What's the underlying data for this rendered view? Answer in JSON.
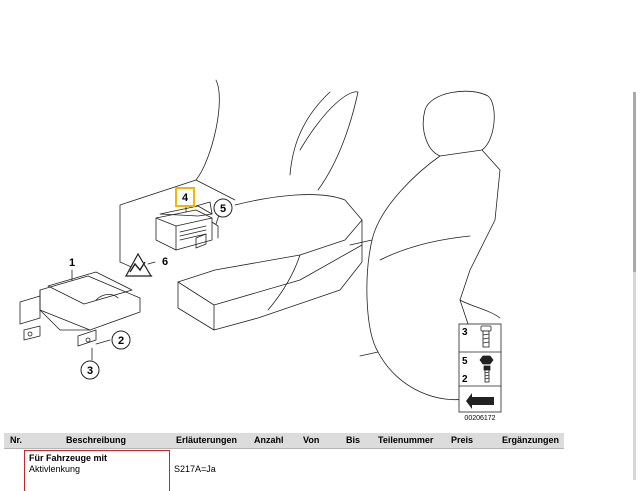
{
  "diagram": {
    "callouts": [
      {
        "id": "4",
        "highlighted": true
      },
      {
        "id": "5"
      },
      {
        "id": "1"
      },
      {
        "id": "6"
      },
      {
        "id": "2"
      },
      {
        "id": "3"
      }
    ],
    "warning_symbol": "info-warning-triangle-icon",
    "legend": {
      "items": [
        "3",
        "5",
        "2"
      ],
      "image_number": "00206172"
    }
  },
  "table": {
    "headers": {
      "nr": "Nr.",
      "beschreibung": "Beschreibung",
      "erlaeuterungen": "Erläuterungen",
      "anzahl": "Anzahl",
      "von": "Von",
      "bis": "Bis",
      "teilenummer": "Teilenummer",
      "preis": "Preis",
      "ergaenzungen": "Ergänzungen"
    },
    "row": {
      "title": "Für Fahrzeuge mit",
      "description": "Aktivlenkung",
      "explanation": "S217A=Ja"
    }
  },
  "colors": {
    "highlight": "#f2b705",
    "row_highlight": "#c62828",
    "header_bg": "#dcdcdc"
  }
}
